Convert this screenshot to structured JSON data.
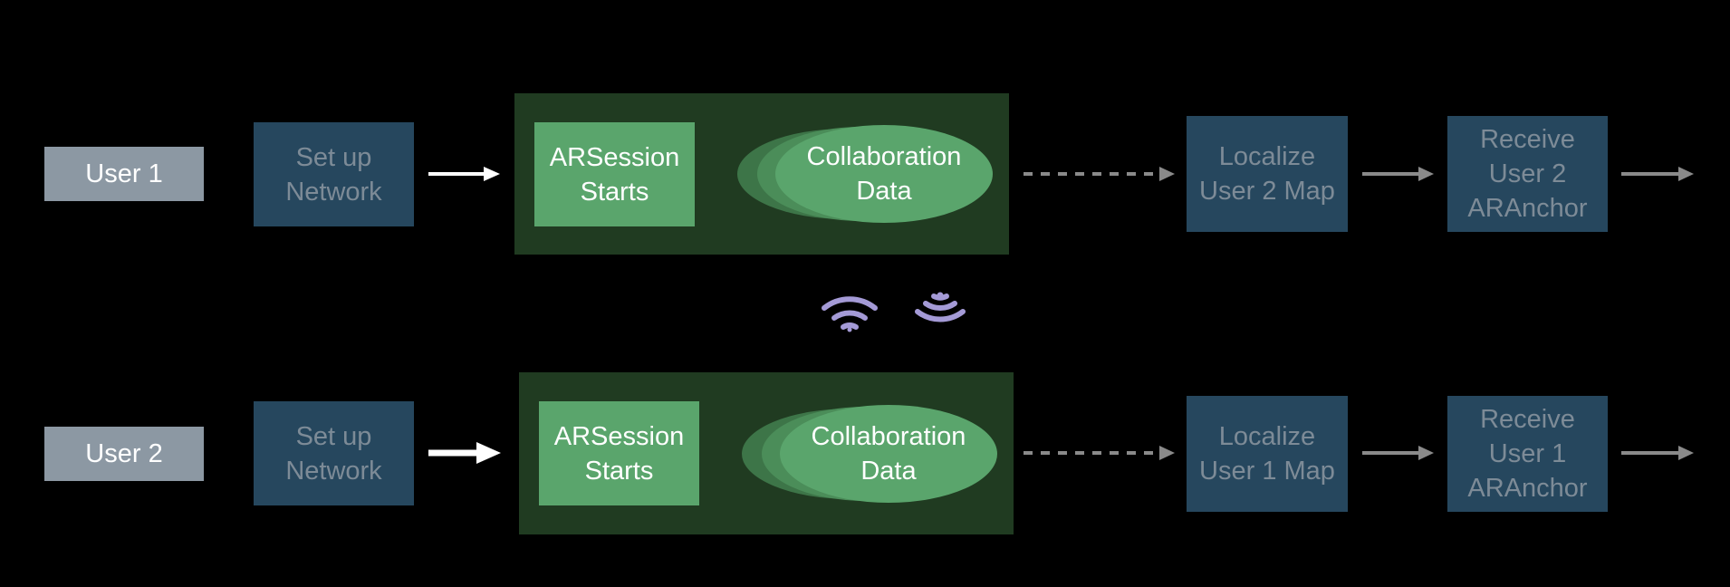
{
  "rows": [
    {
      "user_label": "User 1",
      "setup_label": "Set up\nNetwork",
      "session_start_label": "ARSession\nStarts",
      "collab_label": "Collaboration\nData",
      "localize_label": "Localize\nUser 2 Map",
      "receive_label": "Receive\nUser 2\nARAnchor"
    },
    {
      "user_label": "User 2",
      "setup_label": "Set up\nNetwork",
      "session_start_label": "ARSession\nStarts",
      "collab_label": "Collaboration\nData",
      "localize_label": "Localize\nUser 1 Map",
      "receive_label": "Receive\nUser 1\nARAnchor"
    }
  ],
  "icons": [
    "wifi-icon",
    "wireless-signal-icon"
  ],
  "colors": {
    "background": "#000000",
    "user_label_bg": "#8c98a3",
    "step_box_bg": "#26475e",
    "step_box_text": "#7d8b97",
    "session_panel_bg": "#203b21",
    "session_green": "#5aa56c",
    "icon_purple": "#a49ad6",
    "arrow_white": "#ffffff",
    "arrow_gray": "#8a8a8a"
  }
}
